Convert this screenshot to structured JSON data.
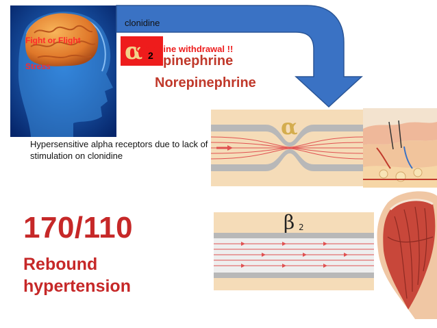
{
  "labels": {
    "clonidine": "clonidine",
    "fight_or_flight": "Fight or Flight",
    "stress": "Stress",
    "alpha2_symbol": "α",
    "alpha2_subscript": "2",
    "clonidine_withdrawal": "Clonidine withdrawal  !!",
    "epinephrine": "pinephrine",
    "norepinephrine": "Norepinephrine",
    "hypersensitive_note": "Hypersensitive alpha receptors due to lack of stimulation on clonidine",
    "alpha_receptor": "α",
    "beta2_receptor": "β",
    "beta2_subscript": "2",
    "bp_reading": "170/110",
    "rebound": "Rebound hypertension"
  },
  "colors": {
    "panel_blue": "#0a3b8c",
    "arrow_blue": "#3a72c4",
    "accent_red": "#ee1c1c",
    "text_red": "#c62828",
    "tissue": "#f5dcb8",
    "vessel_gray": "#b8b8b8"
  },
  "icons": {
    "head": "brain-head-icon",
    "arrow": "curved-arrow-icon",
    "skin": "skin-cross-section-icon",
    "muscle": "shoulder-muscle-icon"
  }
}
